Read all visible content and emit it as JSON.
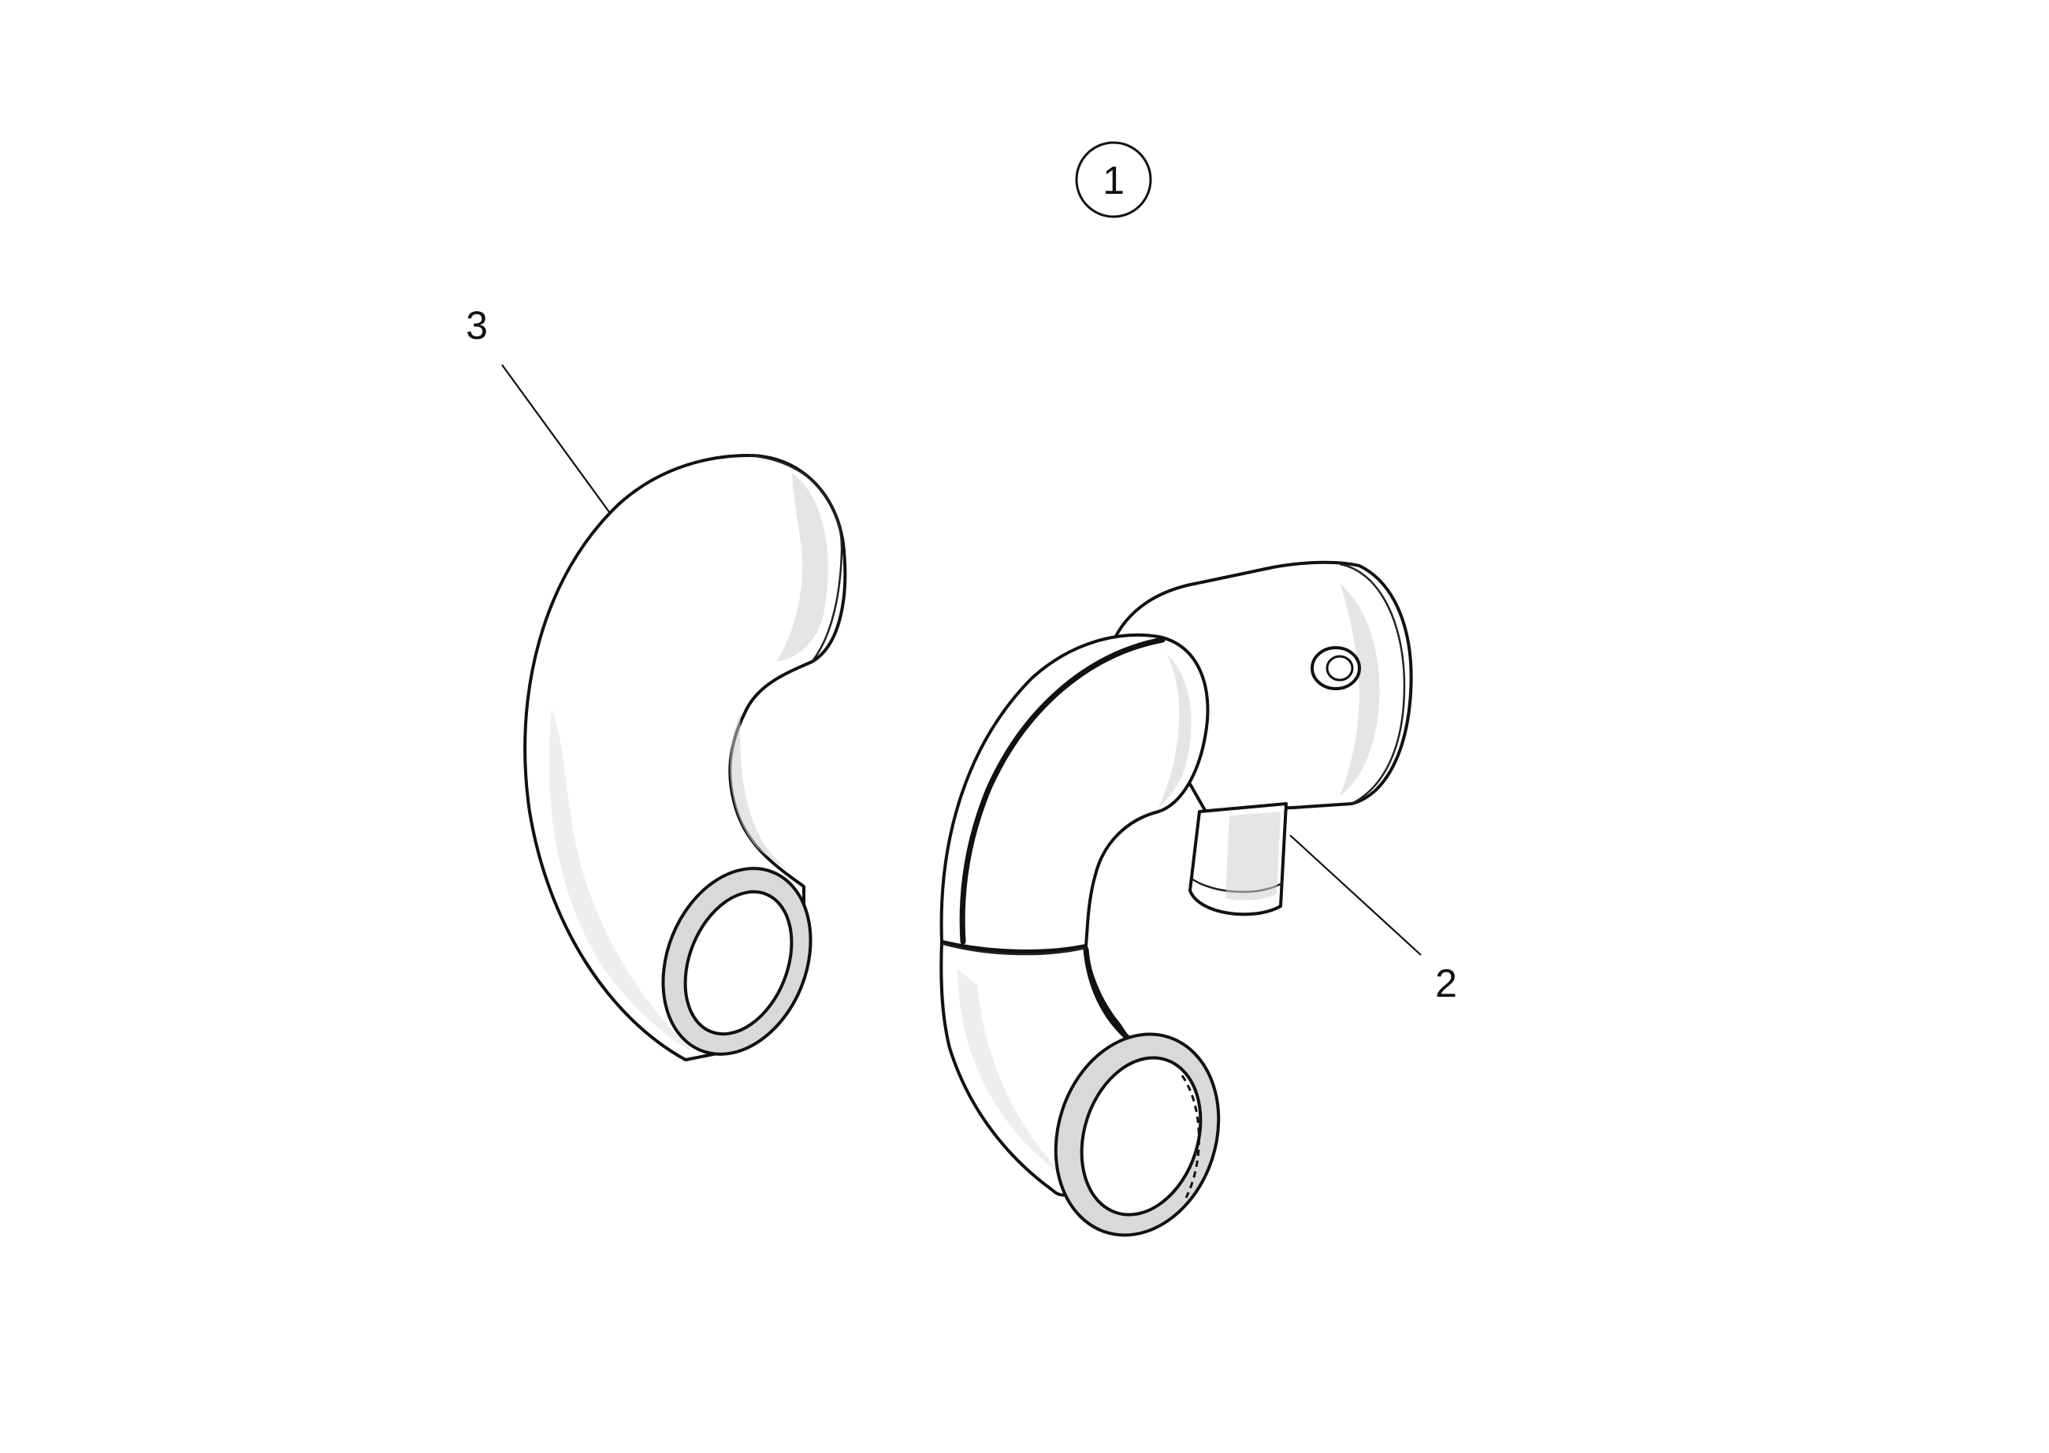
{
  "callouts": {
    "group_number": "1",
    "item_3": "3",
    "item_2": "2"
  },
  "colors": {
    "line": "#111111",
    "part_fill": "#ffffff",
    "shading": "#cfcfcf",
    "flange": "#d9d9d9"
  }
}
